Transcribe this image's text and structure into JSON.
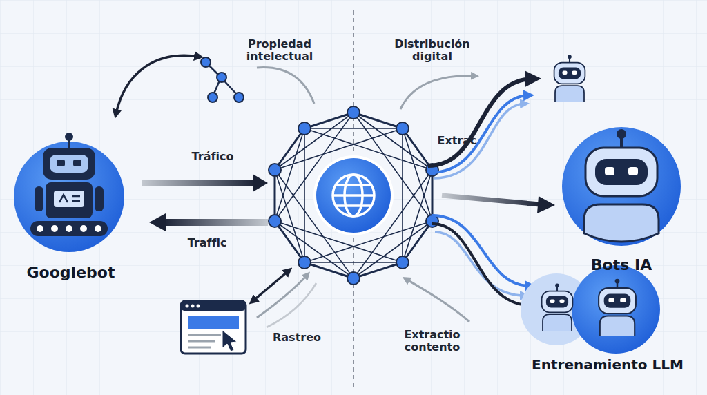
{
  "diagram": {
    "nodes": [
      {
        "text": [
          "Googlebot"
        ]
      },
      {
        "text": [
          "Bots IA"
        ]
      },
      {
        "text": [
          "Entrenamiento LLM"
        ]
      }
    ],
    "labels": [
      "Propiedad intelectual",
      "Distribución digital",
      "Tráfico",
      "Traffic",
      "Extrac",
      "Rastreo",
      "Extractio contento"
    ]
  }
}
